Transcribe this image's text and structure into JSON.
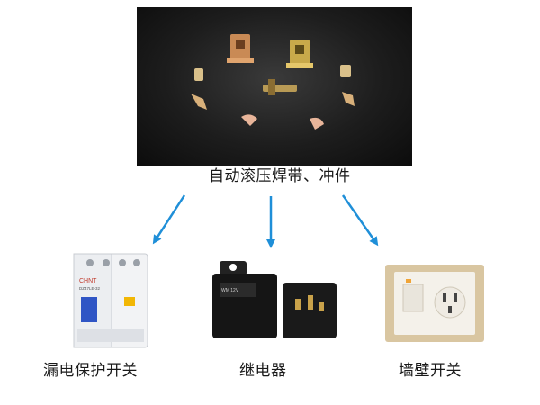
{
  "source": {
    "caption": "自动滚压焊带、冲件"
  },
  "targets": [
    {
      "caption": "漏电保护开关",
      "label_brand": "CHNT",
      "label_model": "DZ47LE-32"
    },
    {
      "caption": "继电器"
    },
    {
      "caption": "墙壁开关"
    }
  ],
  "colors": {
    "arrow": "#1f8fd8",
    "photo_bg": "#161616",
    "copper": "#c98a55",
    "brass": "#c8a94a"
  }
}
